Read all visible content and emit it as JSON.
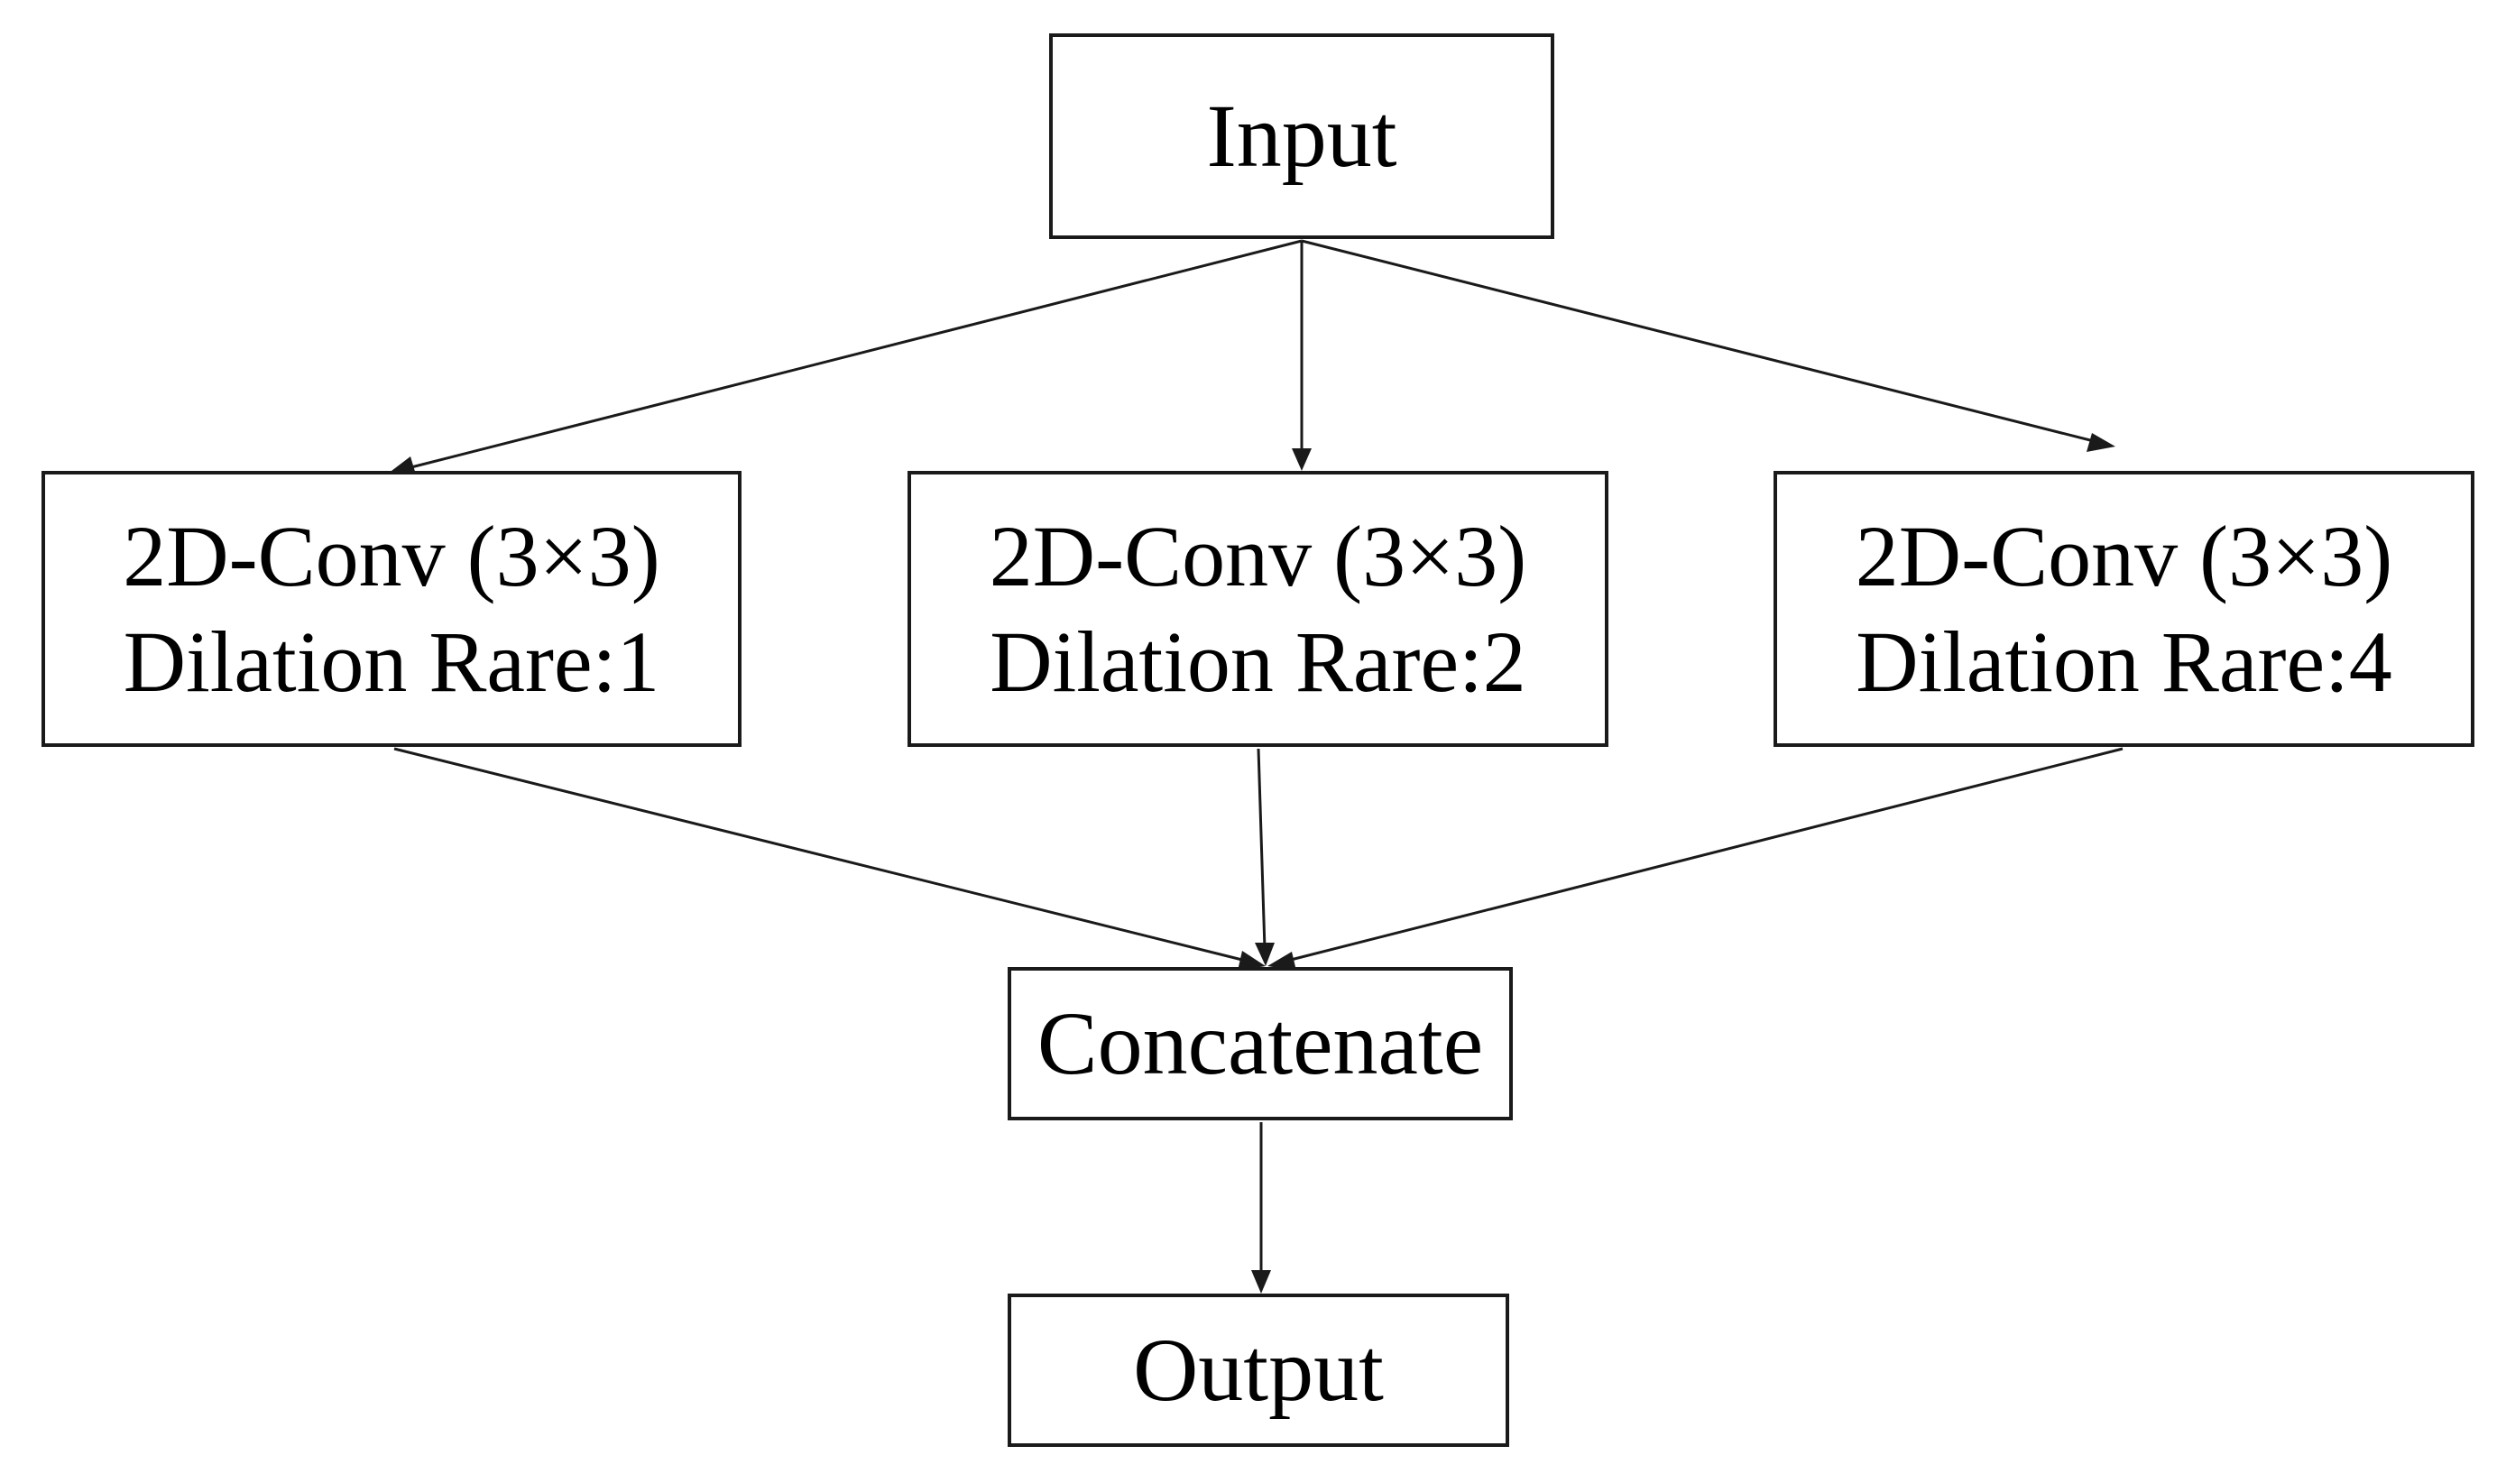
{
  "nodes": {
    "input": {
      "label": "Input"
    },
    "conv_1": {
      "line1": "2D-Conv (3×3)",
      "line2": "Dilation Rare:1"
    },
    "conv_2": {
      "line1": "2D-Conv (3×3)",
      "line2": "Dilation Rare:2"
    },
    "conv_4": {
      "line1": "2D-Conv (3×3)",
      "line2": "Dilation Rare:4"
    },
    "concatenate": {
      "label": "Concatenate"
    },
    "output": {
      "label": "Output"
    }
  },
  "edges": [
    {
      "from": "input",
      "to": "conv_1"
    },
    {
      "from": "input",
      "to": "conv_2"
    },
    {
      "from": "input",
      "to": "conv_4"
    },
    {
      "from": "conv_1",
      "to": "concatenate"
    },
    {
      "from": "conv_2",
      "to": "concatenate"
    },
    {
      "from": "conv_4",
      "to": "concatenate"
    },
    {
      "from": "concatenate",
      "to": "output"
    }
  ],
  "colors": {
    "stroke": "#1a1a1a",
    "background": "#ffffff",
    "text": "#000000"
  }
}
